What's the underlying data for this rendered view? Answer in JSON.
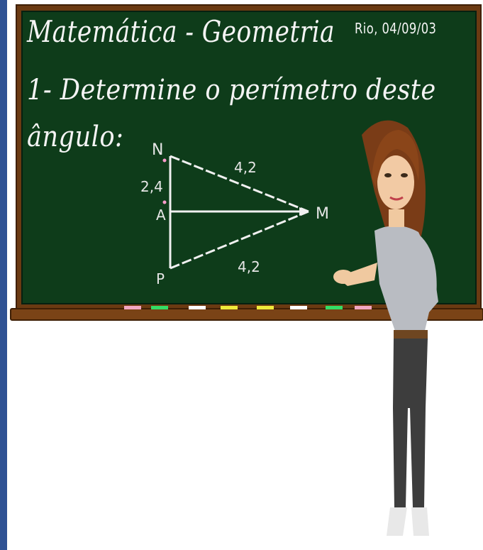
{
  "board": {
    "title": "Matemática - Geometria",
    "date": "Rio, 04/09/03",
    "question_line1": "1- Determine o perímetro deste",
    "question_line2": "ângulo:"
  },
  "diagram": {
    "labels": {
      "n": "N",
      "a": "A",
      "p": "P",
      "m": "M"
    },
    "measures": {
      "na": "2,4",
      "nm": "4,2",
      "pm": "4,2"
    }
  },
  "colors": {
    "chalkboard": "#0e3c1a",
    "frame": "#6b3a12",
    "chalk": "#f4f4f4",
    "left_bar": "#2f5294"
  },
  "chalk_colors": [
    "#f2a7c3",
    "#33dd66",
    "#ffffff",
    "#f0ea3a",
    "#f0ea3a",
    "#ffffff",
    "#33dd66",
    "#f2a7c3"
  ]
}
